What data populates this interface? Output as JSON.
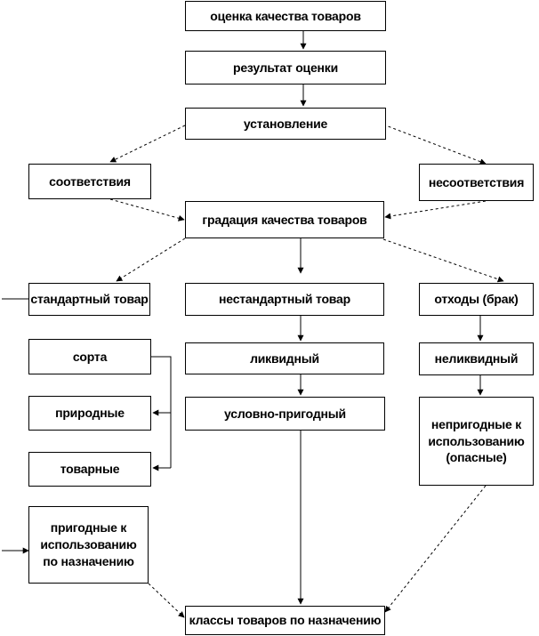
{
  "nodes": {
    "quality_assessment": "оценка качества товаров",
    "assessment_result": "результат оценки",
    "establishment": "установление",
    "conformity": "соответствия",
    "nonconformity": "несоответствия",
    "quality_gradation": "градация качества товаров",
    "standard_goods": "стандартный товар",
    "nonstandard_goods": "нестандартный товар",
    "waste": "отходы (брак)",
    "grades": "сорта",
    "natural": "природные",
    "commercial": "товарные",
    "fit_for_purpose": "пригодные к\nиспользованию\nпо назначению",
    "liquid": "ликвидный",
    "conditionally_fit": "условно-пригодный",
    "illiquid": "неликвидный",
    "unfit": "непригодные к\nиспользованию\n(опасные)",
    "classes_by_purpose": "классы товаров по назначению"
  }
}
